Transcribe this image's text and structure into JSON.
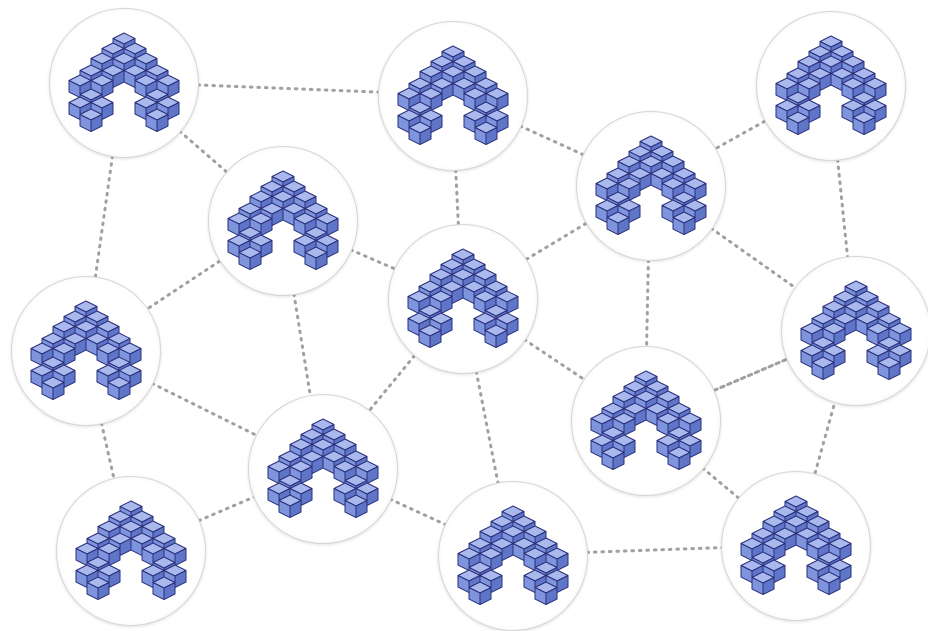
{
  "diagram": {
    "type": "mesh-network",
    "node_icon": "stacked-cubes-icon",
    "colors": {
      "cube_top": "#a9b9ee",
      "cube_left": "#7e94dd",
      "cube_right": "#5f76c8",
      "cube_outline": "#2a2f7a",
      "node_ring": "#d6d6d6",
      "edge": "#a0a0a0"
    },
    "nodes": [
      {
        "id": "n1"
      },
      {
        "id": "n2"
      },
      {
        "id": "n3"
      },
      {
        "id": "n4"
      },
      {
        "id": "n5"
      },
      {
        "id": "n6"
      },
      {
        "id": "n7"
      },
      {
        "id": "n8"
      },
      {
        "id": "n9"
      },
      {
        "id": "n10"
      },
      {
        "id": "n11"
      },
      {
        "id": "n12"
      },
      {
        "id": "n13"
      },
      {
        "id": "n14"
      }
    ],
    "edges": [
      [
        "n1",
        "n2"
      ],
      [
        "n1",
        "n5"
      ],
      [
        "n1",
        "n7"
      ],
      [
        "n2",
        "n4"
      ],
      [
        "n2",
        "n6"
      ],
      [
        "n3",
        "n4"
      ],
      [
        "n3",
        "n8"
      ],
      [
        "n4",
        "n6"
      ],
      [
        "n4",
        "n8"
      ],
      [
        "n4",
        "n10"
      ],
      [
        "n5",
        "n6"
      ],
      [
        "n5",
        "n7"
      ],
      [
        "n5",
        "n11"
      ],
      [
        "n6",
        "n10"
      ],
      [
        "n6",
        "n11"
      ],
      [
        "n6",
        "n12"
      ],
      [
        "n7",
        "n11"
      ],
      [
        "n7",
        "n9"
      ],
      [
        "n8",
        "n10"
      ],
      [
        "n8",
        "n14"
      ],
      [
        "n9",
        "n11"
      ],
      [
        "n10",
        "n14"
      ],
      [
        "n10",
        "n13"
      ],
      [
        "n11",
        "n12"
      ],
      [
        "n12",
        "n13"
      ],
      [
        "n13",
        "n14"
      ]
    ]
  }
}
